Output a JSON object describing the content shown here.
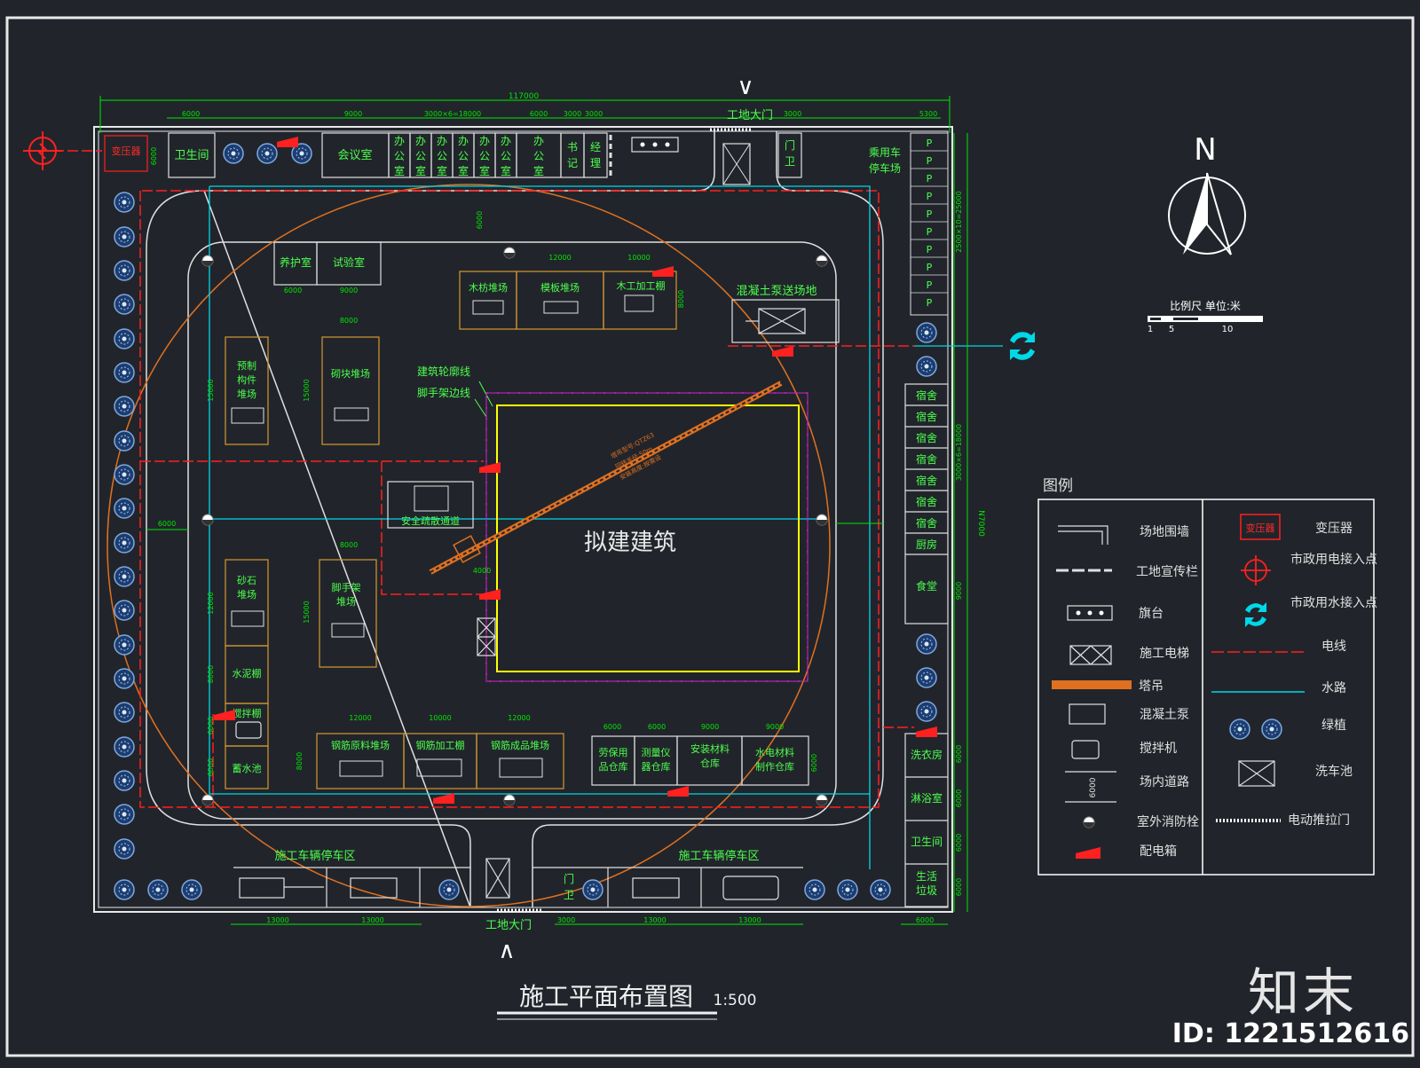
{
  "title": "施工平面布置图",
  "scale_text": "1:500",
  "brand": "知末",
  "image_id": "ID: 1221512616",
  "north_label": "N",
  "scale_bar": {
    "caption": "比例尺 单位:米",
    "ticks": [
      "1",
      "5",
      "10"
    ]
  },
  "colors": {
    "background": "#21252b",
    "frame": "#e8e8e8",
    "green_line": "#00e600",
    "power_line": "#ff1f1f",
    "water_line": "#00d8e8",
    "crane_radius": "#e07020",
    "scaffold_line": "#d020d0",
    "building_outline": "#ffff00",
    "yard_box": "#c89030",
    "label_green": "#4cff4c",
    "legend_border": "#ffffff"
  },
  "dimensions": {
    "overall_width": "117000",
    "overall_height": "N7000",
    "top": [
      "6000",
      "9000",
      "3000×6=18000",
      "6000",
      "3000",
      "3000",
      "3000",
      "5300"
    ],
    "bottom": [
      "13000",
      "13000",
      "3000",
      "13000",
      "13000",
      "6000"
    ],
    "right": [
      "2500×10=25000",
      "3000×6=18000",
      "9000",
      "6000",
      "6000",
      "6000",
      "6000"
    ],
    "misc": [
      "6000",
      "6000",
      "9000",
      "6000",
      "8000",
      "12000",
      "10000",
      "8000",
      "6000",
      "15000",
      "15000",
      "8000",
      "4000",
      "12000",
      "8000",
      "15000",
      "12000",
      "10000",
      "12000",
      "6000",
      "6000",
      "9000",
      "9000",
      "8000",
      "6000",
      "6000",
      "6000"
    ]
  },
  "rooms": {
    "transformer": "变压器",
    "toilet_top": "卫生间",
    "meeting": "会议室",
    "office_chars": [
      "办",
      "公",
      "室"
    ],
    "secretary": [
      "书",
      "记"
    ],
    "manager": [
      "经",
      "理"
    ],
    "gate_top": "工地大门",
    "guard_top": [
      "门",
      "卫"
    ],
    "parking_label": [
      "乘用车",
      "停车场"
    ],
    "parking_mark": "P",
    "curing": "养护室",
    "lab": "试验室",
    "timber": "木枋堆场",
    "formwork": "模板堆场",
    "carpentry": "木工加工棚",
    "pump_area": "混凝土泵送场地",
    "precast": [
      "预制",
      "构件",
      "堆场"
    ],
    "block_yard": "砌块堆场",
    "outline_label": "建筑轮廓线",
    "scaffold_label": "脚手架边线",
    "exit": "安全疏散通道",
    "building": "拟建建筑",
    "crane_note": [
      "塔吊型号:QTZ63",
      "回转半径:50m",
      "安装高度:按需设"
    ],
    "sand": [
      "砂石",
      "堆场"
    ],
    "scaffold_yard": [
      "脚手架",
      "堆场"
    ],
    "cement": "水泥棚",
    "mixer_shed": "搅拌棚",
    "water_tank": "蓄水池",
    "rebar_raw": "钢筋原料堆场",
    "rebar_proc": "钢筋加工棚",
    "rebar_done": "钢筋成品堆场",
    "ppe_store": [
      "劳保用",
      "品仓库"
    ],
    "instrument_store": [
      "测量仪",
      "器仓库"
    ],
    "material_store": [
      "安装材料",
      "仓库"
    ],
    "plumbing_store": [
      "水电材料",
      "制作仓库"
    ],
    "dorm": "宿舍",
    "kitchen": "厨房",
    "canteen": "食堂",
    "laundry": "洗衣房",
    "shower": "淋浴室",
    "toilet_right": "卫生间",
    "garbage": [
      "生活",
      "垃圾"
    ],
    "vehicle_park_left": "施工车辆停车区",
    "vehicle_park_right": "施工车辆停车区",
    "gate_bottom": "工地大门",
    "guard_bottom": [
      "门",
      "卫"
    ]
  },
  "legend": {
    "title": "图例",
    "left": [
      "场地围墙",
      "工地宣传栏",
      "旗台",
      "施工电梯",
      "塔吊",
      "混凝土泵",
      "搅拌机",
      "场内道路",
      "室外消防栓",
      "配电箱"
    ],
    "right": [
      "变压器",
      "市政用电接入点",
      "市政用水接入点",
      "电线",
      "水路",
      "绿植",
      "洗车池",
      "电动推拉门"
    ],
    "road_dim": "6000",
    "transformer_symbol": "变压器"
  },
  "icons": [
    "compass-icon",
    "tree-icon",
    "hydrant-icon",
    "distribution-box-icon",
    "power-access-icon",
    "water-access-icon",
    "elevator-icon",
    "pump-icon",
    "mixer-icon",
    "truck-icon",
    "excavator-icon",
    "wash-pit-icon",
    "flag-platform-icon"
  ]
}
